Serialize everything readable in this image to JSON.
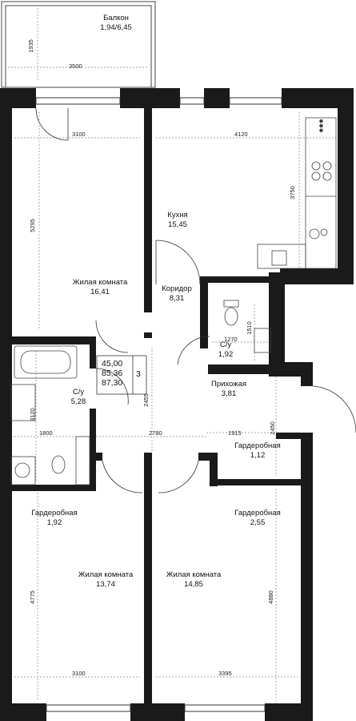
{
  "rooms": [
    {
      "id": "balcony",
      "name": "Балкон",
      "area": "1,94/6,45"
    },
    {
      "id": "living1",
      "name": "Жилая комната",
      "area": "16,41"
    },
    {
      "id": "kitchen",
      "name": "Кухня",
      "area": "15,45"
    },
    {
      "id": "corridor",
      "name": "Коридор",
      "area": "8,31"
    },
    {
      "id": "wc_small",
      "name": "С/у",
      "area": "1,92"
    },
    {
      "id": "hall",
      "name": "Прихожая",
      "area": "3,81"
    },
    {
      "id": "bath",
      "name": "С/у",
      "area": "5,28"
    },
    {
      "id": "wardrobe1",
      "name": "Гардеробная",
      "area": "1,12"
    },
    {
      "id": "wardrobe2",
      "name": "Гардеробная",
      "area": "1,92"
    },
    {
      "id": "living2",
      "name": "Жилая комната",
      "area": "13,74"
    },
    {
      "id": "wardrobe3",
      "name": "Гардеробная",
      "area": "2,55"
    },
    {
      "id": "living3",
      "name": "Жилая комната",
      "area": "14,85"
    }
  ],
  "dimensions": {
    "balcony_h": "1935",
    "balcony_w": "3500",
    "living1_w": "3100",
    "living1_h": "5295",
    "kitchen_w": "4120",
    "kitchen_h": "3750",
    "wc_w": "1270",
    "wc_h": "1510",
    "corridor_h": "2455",
    "bath_h": "3120",
    "bath_w": "1800",
    "corridor_w": "2780",
    "hall_w": "1915",
    "hall_h": "2450",
    "living2_h": "4775",
    "living2_w": "3100",
    "living3_h": "4880",
    "living3_w": "3395"
  },
  "summary": {
    "living_area": "45,00",
    "total_area": "85,36",
    "total_with_balcony": "87,30",
    "rooms_count": "3"
  },
  "stove_marks": "✱✱✱",
  "colors": {
    "wall": "#1a1a1a",
    "line": "#333333",
    "dimline": "#555555",
    "paper": "#ffffff"
  }
}
